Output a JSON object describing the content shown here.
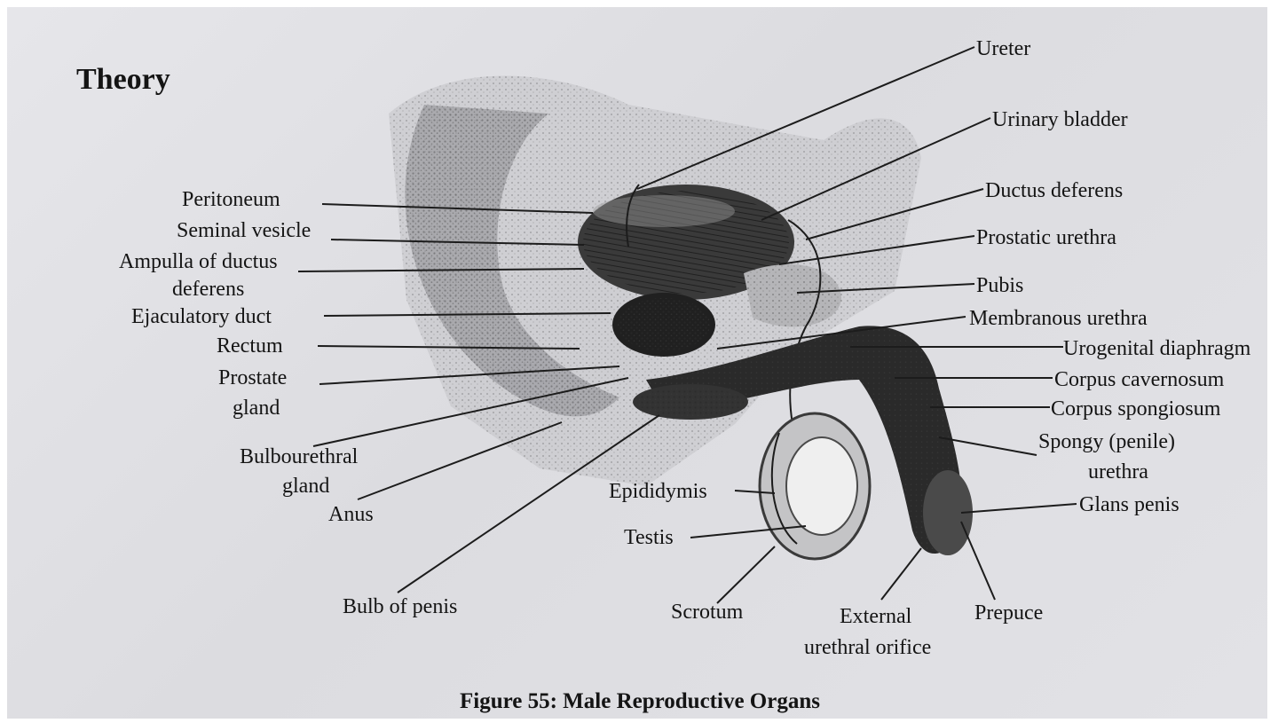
{
  "section_title": "Theory",
  "figure_caption": "Figure 55: Male Reproductive Organs",
  "labels": {
    "ureter": "Ureter",
    "urinary_bladder": "Urinary bladder",
    "ductus_deferens": "Ductus deferens",
    "prostatic_urethra": "Prostatic urethra",
    "pubis": "Pubis",
    "membranous_urethra": "Membranous urethra",
    "urogenital_diaphragm": "Urogenital diaphragm",
    "corpus_cavernosum": "Corpus cavernosum",
    "corpus_spongiosum": "Corpus spongiosum",
    "spongy_urethra_1": "Spongy (penile)",
    "spongy_urethra_2": "urethra",
    "glans_penis": "Glans penis",
    "prepuce": "Prepuce",
    "external_orifice_1": "External",
    "external_orifice_2": "urethral orifice",
    "scrotum": "Scrotum",
    "testis": "Testis",
    "epididymis": "Epididymis",
    "bulb_of_penis": "Bulb of penis",
    "anus": "Anus",
    "bulbourethral_1": "Bulbourethral",
    "bulbourethral_2": "gland",
    "prostate_1": "Prostate",
    "prostate_2": "gland",
    "rectum": "Rectum",
    "ejaculatory_duct": "Ejaculatory duct",
    "ampulla_1": "Ampulla of ductus",
    "ampulla_2": "deferens",
    "seminal_vesicle": "Seminal vesicle",
    "peritoneum": "Peritoneum"
  }
}
